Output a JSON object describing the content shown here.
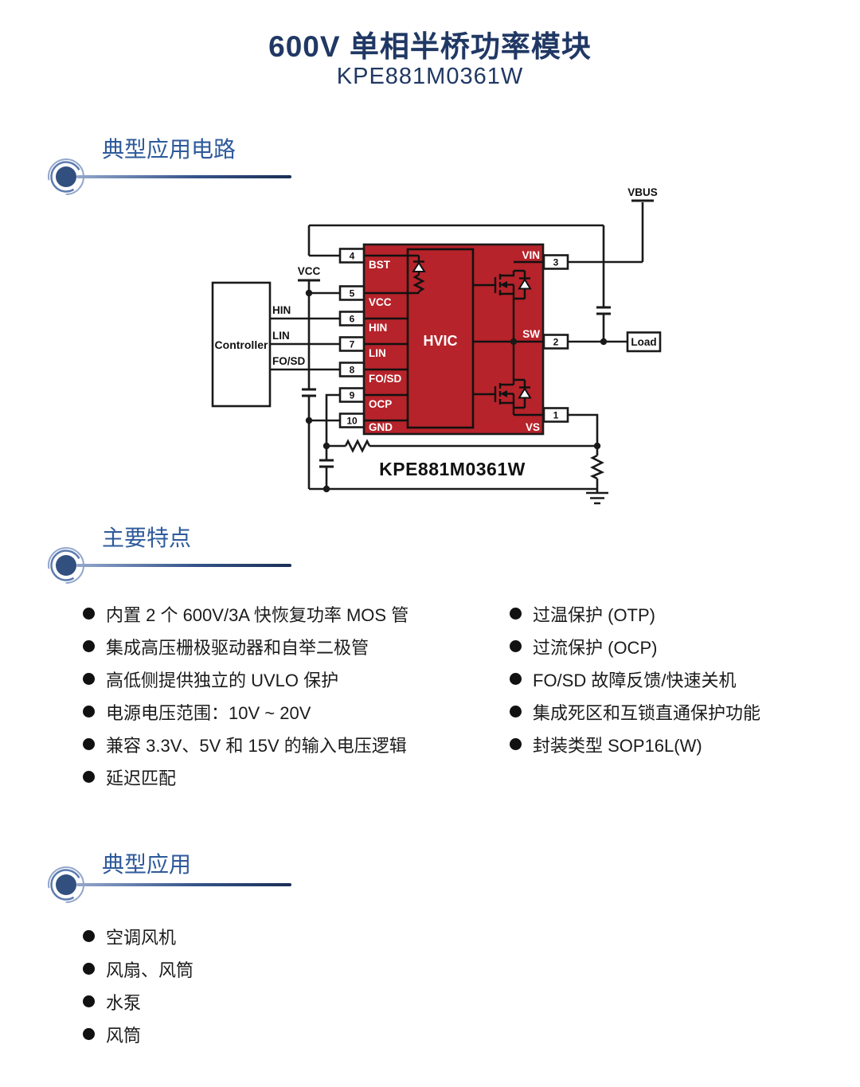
{
  "page_title": {
    "line1": "600V 单相半桥功率模块",
    "line2": "KPE881M0361W"
  },
  "colors": {
    "title_navy": "#203864",
    "section_blue": "#2e5a9b",
    "module_red": "#b6232a",
    "wire_black": "#1a1a1a"
  },
  "sections": {
    "circuit": {
      "heading": "典型应用电路"
    },
    "features": {
      "heading": "主要特点",
      "left": [
        "内置 2 个 600V/3A 快恢复功率 MOS 管",
        "集成高压栅极驱动器和自举二极管",
        "高低侧提供独立的 UVLO 保护",
        "电源电压范围：10V ~ 20V",
        "兼容 3.3V、5V 和 15V 的输入电压逻辑",
        "延迟匹配"
      ],
      "right": [
        "过温保护 (OTP)",
        "过流保护 (OCP)",
        "FO/SD 故障反馈/快速关机",
        "集成死区和互锁直通保护功能",
        "封装类型 SOP16L(W)"
      ]
    },
    "applications": {
      "heading": "典型应用",
      "items": [
        "空调风机",
        "风扇、风筒",
        "水泵",
        "风筒"
      ]
    }
  },
  "circuit": {
    "controller": "Controller",
    "vcc": "VCC",
    "vbus": "VBUS",
    "load": "Load",
    "hvic": "HVIC",
    "module_label": "KPE881M0361W",
    "controller_outputs": [
      "HIN",
      "LIN",
      "FO/SD"
    ],
    "left_pins": [
      {
        "num": "4",
        "name": "BST"
      },
      {
        "num": "5",
        "name": "VCC"
      },
      {
        "num": "6",
        "name": "HIN"
      },
      {
        "num": "7",
        "name": "LIN"
      },
      {
        "num": "8",
        "name": "FO/SD"
      },
      {
        "num": "9",
        "name": "OCP"
      },
      {
        "num": "10",
        "name": "GND"
      }
    ],
    "right_pins": [
      {
        "num": "3",
        "name": "VIN"
      },
      {
        "num": "2",
        "name": "SW"
      },
      {
        "num": "1",
        "name": "VS"
      }
    ]
  }
}
